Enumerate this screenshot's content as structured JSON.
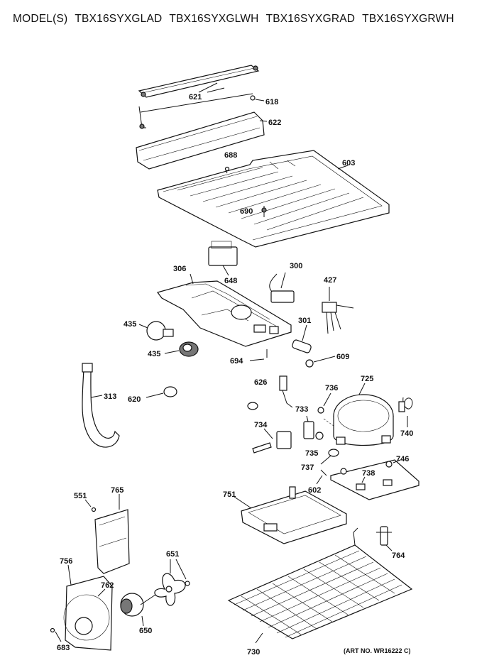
{
  "header": {
    "prefix": "MODEL(S)",
    "models": [
      "TBX16SYXGLAD",
      "TBX16SYXGLWH",
      "TBX16SYXGRAD",
      "TBX16SYXGRWH"
    ]
  },
  "footer": {
    "art_no": "(ART NO. WR16222 C)"
  },
  "parts": {
    "p618": "618",
    "p621": "621",
    "p622": "622",
    "p688": "688",
    "p603": "603",
    "p690": "690",
    "p648": "648",
    "p306": "306",
    "p300": "300",
    "p427": "427",
    "p435a": "435",
    "p435b": "435",
    "p301": "301",
    "p694": "694",
    "p609": "609",
    "p313": "313",
    "p620": "620",
    "p626": "626",
    "p736": "736",
    "p725": "725",
    "p733": "733",
    "p740": "740",
    "p734": "734",
    "p735": "735",
    "p737": "737",
    "p746": "746",
    "p738": "738",
    "p602": "602",
    "p551": "551",
    "p765": "765",
    "p751": "751",
    "p651": "651",
    "p756": "756",
    "p762": "762",
    "p764": "764",
    "p650": "650",
    "p683": "683",
    "p730": "730"
  }
}
